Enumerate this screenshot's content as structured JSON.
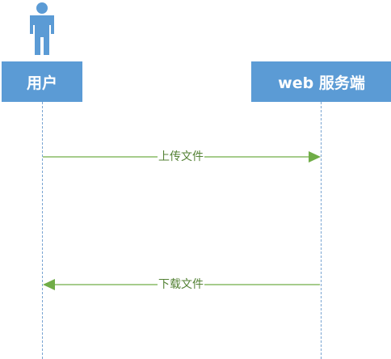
{
  "actors": {
    "user": {
      "label": "用户"
    },
    "web": {
      "label": "web 服务端"
    }
  },
  "messages": {
    "upload": {
      "label": "上传文件",
      "from": "user",
      "to": "web"
    },
    "download": {
      "label": "下载文件",
      "from": "web",
      "to": "user"
    }
  },
  "colors": {
    "box": "#5b9bd5",
    "arrow": "#70ad47",
    "label": "#548235",
    "lifeline": "#7aa5d2",
    "person_icon": "#5b9bd5"
  },
  "icons": {
    "user": "person-icon"
  }
}
